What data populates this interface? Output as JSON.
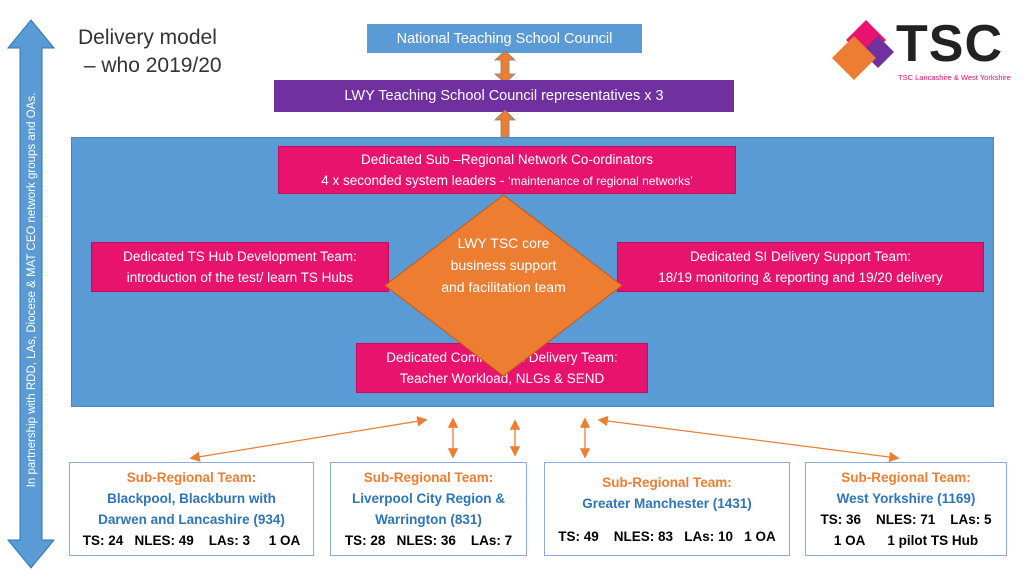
{
  "title": {
    "line1": "Delivery model",
    "line2": " – who 2019/20"
  },
  "logo": {
    "text": "TSC",
    "subtitle": "TSC Lancashire & West Yorkshire",
    "icon": "diamond-logo-icon"
  },
  "national_council": "National Teaching School Council",
  "lwy_council": "LWY Teaching School Council representatives x 3",
  "sub_regional": {
    "line1": "Dedicated Sub –Regional Network Co-ordinators",
    "line2a": "4 x seconded system leaders - ",
    "line2b": "‘maintenance of regional networks’"
  },
  "core": {
    "line1": "LWY TSC core",
    "line2": "business support",
    "line3": "and facilitation team"
  },
  "hub_team": {
    "line1": "Dedicated TS Hub Development Team:",
    "line2": "introduction of the test/ learn TS Hubs"
  },
  "si_team": {
    "line1": "Dedicated SI Delivery Support Team:",
    "line2": "18/19 monitoring & reporting and 19/20 delivery"
  },
  "commission_team": {
    "line1": "Dedicated Commission Delivery Team:",
    "line2": "Teacher Workload, NLGs & SEND"
  },
  "side_label": "In partnership with RDD, LAs, Diocese & MAT CEO network groups and OAs.",
  "teams": [
    {
      "heading": "Sub-Regional Team:",
      "name1": "Blackpool, Blackburn with",
      "name2": "Darwen and Lancashire (934)",
      "stats1": "TS: 24   NLES: 49    LAs: 3     1 OA",
      "stats2": ""
    },
    {
      "heading": "Sub-Regional Team:",
      "name1": "Liverpool City Region &",
      "name2": "Warrington (831)",
      "stats1": "TS: 28   NLES: 36    LAs: 7",
      "stats2": ""
    },
    {
      "heading": "Sub-Regional Team:",
      "name1": "Greater Manchester (1431)",
      "name2": "",
      "stats1": "TS: 49    NLES: 83   LAs: 10   1 OA",
      "stats2": ""
    },
    {
      "heading": "Sub-Regional Team:",
      "name1": "West Yorkshire (1169)",
      "name2": "",
      "stats1": "TS: 36    NLES: 71    LAs: 5",
      "stats2": "1 OA      1 pilot TS Hub"
    }
  ],
  "colors": {
    "blue": "#5b9bd5",
    "purple": "#7030a0",
    "pink": "#e8126f",
    "orange": "#ed7d31",
    "dark_blue": "#2e75b6"
  }
}
